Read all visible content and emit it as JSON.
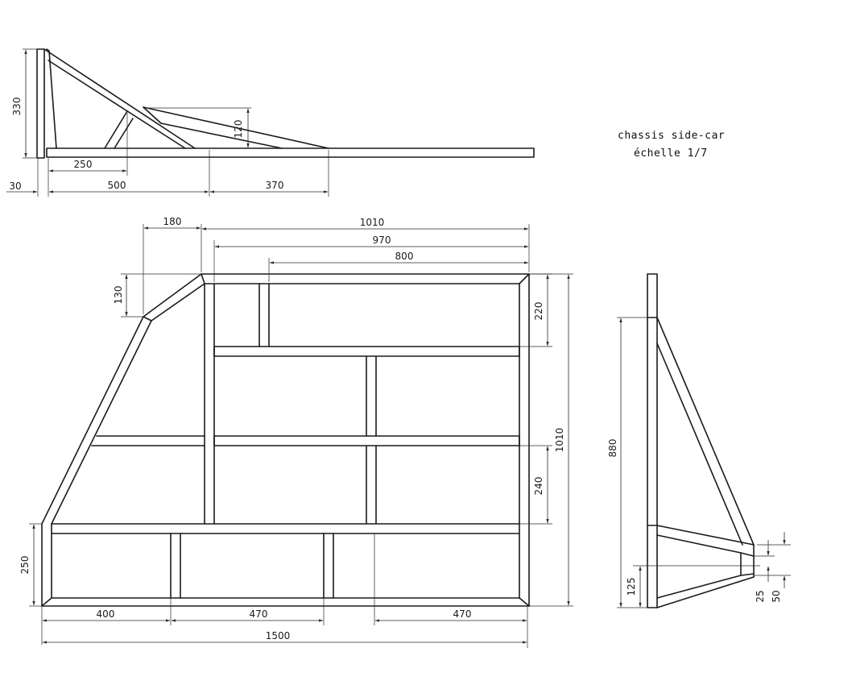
{
  "title": {
    "line1": "chassis side-car",
    "line2": "échelle 1/7"
  },
  "dimensions": {
    "d330": "330",
    "d120": "120",
    "d250": "250",
    "d30": "30",
    "d500": "500",
    "d370": "370",
    "d180": "180",
    "d1010": "1010",
    "d970": "970",
    "d800": "800",
    "d130": "130",
    "d220": "220",
    "d1010v": "1010",
    "d240": "240",
    "d250v": "250",
    "d400": "400",
    "d470a": "470",
    "d470b": "470",
    "d1500": "1500",
    "d880": "880",
    "d125": "125",
    "d25": "25",
    "d50": "50"
  }
}
